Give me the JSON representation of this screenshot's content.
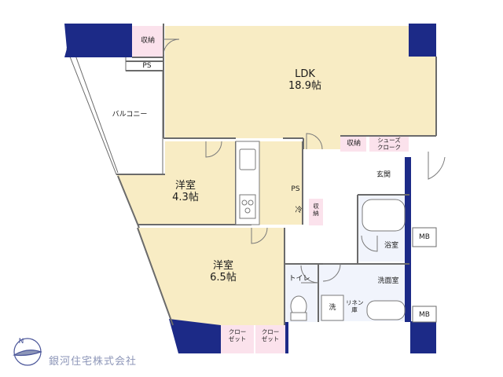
{
  "rooms": {
    "ldk": {
      "name": "LDK",
      "area": "18.9帖"
    },
    "western1": {
      "name": "洋室",
      "area": "4.3帖"
    },
    "western2": {
      "name": "洋室",
      "area": "6.5帖"
    },
    "balcony": "バルコニー"
  },
  "labels": {
    "storage_top": "収納",
    "ps_top": "PS",
    "ps_mid": "PS",
    "storage_hall": "収納",
    "shoe_cloak_line1": "シューズ",
    "shoe_cloak_line2": "クローク",
    "entrance": "玄関",
    "fridge": "冷",
    "storage_small_line1": "収",
    "storage_small_line2": "納",
    "bath": "浴室",
    "mb_top": "MB",
    "mb_bottom": "MB",
    "toilet": "トイレ",
    "washroom": "洗面室",
    "washer": "洗",
    "linen_line1": "リネン",
    "linen_line2": "庫",
    "closet1_line1": "クロー",
    "closet1_line2": "ゼット",
    "closet2_line1": "クロー",
    "closet2_line2": "ゼット"
  },
  "compass_label": "N",
  "company": "銀河住宅株式会社",
  "colors": {
    "wall": "#1c2a87",
    "room_fill": "#f8ecc4",
    "wet_fill": "#f1f4fc",
    "storage_fill": "#fbe2ec",
    "line": "#6b6b6b",
    "balcony_fill": "#ffffff"
  }
}
